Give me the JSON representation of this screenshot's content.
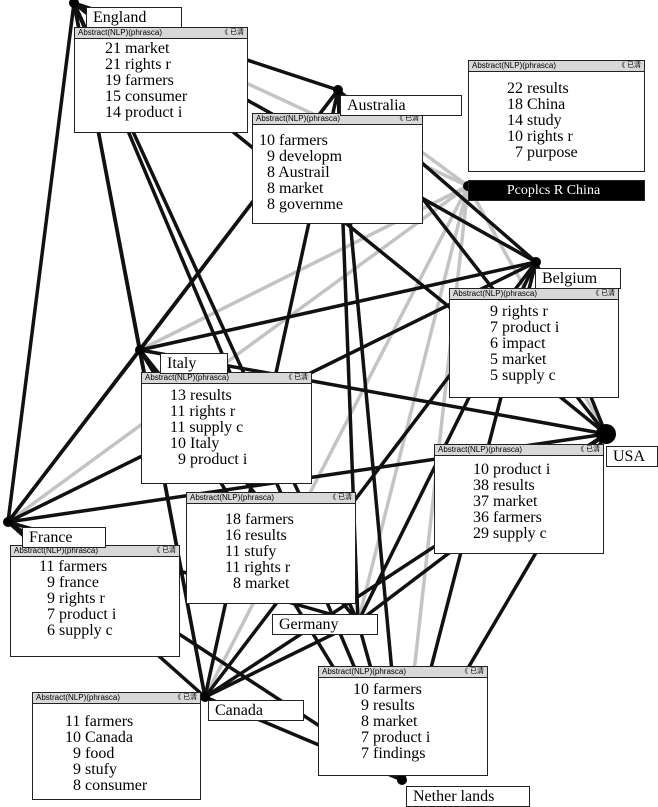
{
  "header_text": "Abstract(NLP)(phrasca)",
  "header_tag": "《 已清",
  "nodes": [
    {
      "id": "england",
      "label": "England"
    },
    {
      "id": "australia",
      "label": "Australia"
    },
    {
      "id": "china",
      "label": "Pcoplcs R China"
    },
    {
      "id": "belgium",
      "label": "Belgium"
    },
    {
      "id": "italy",
      "label": "Italy"
    },
    {
      "id": "usa",
      "label": "USA"
    },
    {
      "id": "france",
      "label": "France"
    },
    {
      "id": "germany",
      "label": "Germany"
    },
    {
      "id": "canada",
      "label": "Canada"
    },
    {
      "id": "netherlands",
      "label": "Nether lands"
    }
  ],
  "keyword_boxes": [
    {
      "node": "england",
      "items": [
        "21 market",
        "21 rights r",
        "19 farmers",
        "15 consumer",
        "14 product i"
      ]
    },
    {
      "node": "australia",
      "items": [
        "10 farmers",
        "9 developm",
        "8 Austrail",
        "8 market",
        "8 governme"
      ]
    },
    {
      "node": "china",
      "items": [
        "22 results",
        "18 China",
        "14 study",
        "10 rights r",
        "7 purpose"
      ]
    },
    {
      "node": "belgium",
      "items": [
        "9 rights r",
        "7 product i",
        "6 impact",
        "5 market",
        "5 supply c"
      ]
    },
    {
      "node": "italy",
      "items": [
        "13 results",
        "11 rights r",
        "11 supply c",
        "10 Italy",
        "9 product i"
      ]
    },
    {
      "node": "usa",
      "items": [
        "10 product i",
        "38 results",
        "37 market",
        "36 farmers",
        "29 supply c"
      ]
    },
    {
      "node": "germany",
      "items": [
        "18 farmers",
        "16 results",
        "11 stufy",
        "11 rights r",
        "8 market"
      ]
    },
    {
      "node": "france",
      "items": [
        "11 farmers",
        "9 france",
        "9 rights r",
        "7 product i",
        "6 supply c"
      ]
    },
    {
      "node": "canada",
      "items": [
        "11 farmers",
        "10 Canada",
        "9 food",
        "9 stufy",
        "8 consumer"
      ]
    },
    {
      "node": "netherlands",
      "items": [
        "10 farmers",
        "9 results",
        "8 market",
        "7 product i",
        "7 findings"
      ]
    }
  ],
  "edges": [
    {
      "from": "england",
      "to": "australia",
      "tone": "dark"
    },
    {
      "from": "england",
      "to": "italy",
      "tone": "dark"
    },
    {
      "from": "england",
      "to": "france",
      "tone": "dark"
    },
    {
      "from": "england",
      "to": "canada",
      "tone": "dark"
    },
    {
      "from": "england",
      "to": "germany",
      "tone": "dark"
    },
    {
      "from": "england",
      "to": "belgium",
      "tone": "dark"
    },
    {
      "from": "england",
      "to": "china",
      "tone": "light"
    },
    {
      "from": "england",
      "to": "usa",
      "tone": "dark"
    },
    {
      "from": "england",
      "to": "netherlands",
      "tone": "dark"
    },
    {
      "from": "australia",
      "to": "italy",
      "tone": "dark"
    },
    {
      "from": "australia",
      "to": "belgium",
      "tone": "dark"
    },
    {
      "from": "australia",
      "to": "usa",
      "tone": "dark"
    },
    {
      "from": "australia",
      "to": "france",
      "tone": "dark"
    },
    {
      "from": "australia",
      "to": "canada",
      "tone": "dark"
    },
    {
      "from": "australia",
      "to": "germany",
      "tone": "dark"
    },
    {
      "from": "australia",
      "to": "netherlands",
      "tone": "dark"
    },
    {
      "from": "australia",
      "to": "china",
      "tone": "light"
    },
    {
      "from": "china",
      "to": "italy",
      "tone": "light"
    },
    {
      "from": "china",
      "to": "france",
      "tone": "light"
    },
    {
      "from": "china",
      "to": "canada",
      "tone": "light"
    },
    {
      "from": "china",
      "to": "germany",
      "tone": "light"
    },
    {
      "from": "china",
      "to": "netherlands",
      "tone": "light"
    },
    {
      "from": "china",
      "to": "usa",
      "tone": "light"
    },
    {
      "from": "belgium",
      "to": "italy",
      "tone": "dark"
    },
    {
      "from": "belgium",
      "to": "france",
      "tone": "dark"
    },
    {
      "from": "belgium",
      "to": "usa",
      "tone": "dark"
    },
    {
      "from": "belgium",
      "to": "canada",
      "tone": "dark"
    },
    {
      "from": "belgium",
      "to": "germany",
      "tone": "dark"
    },
    {
      "from": "belgium",
      "to": "netherlands",
      "tone": "dark"
    },
    {
      "from": "italy",
      "to": "usa",
      "tone": "dark"
    },
    {
      "from": "italy",
      "to": "france",
      "tone": "dark"
    },
    {
      "from": "italy",
      "to": "canada",
      "tone": "dark"
    },
    {
      "from": "italy",
      "to": "germany",
      "tone": "dark"
    },
    {
      "from": "italy",
      "to": "netherlands",
      "tone": "dark"
    },
    {
      "from": "usa",
      "to": "france",
      "tone": "dark"
    },
    {
      "from": "usa",
      "to": "canada",
      "tone": "dark"
    },
    {
      "from": "usa",
      "to": "germany",
      "tone": "dark"
    },
    {
      "from": "usa",
      "to": "netherlands",
      "tone": "dark"
    },
    {
      "from": "france",
      "to": "canada",
      "tone": "dark"
    },
    {
      "from": "france",
      "to": "germany",
      "tone": "dark"
    },
    {
      "from": "france",
      "to": "netherlands",
      "tone": "dark"
    },
    {
      "from": "canada",
      "to": "germany",
      "tone": "dark"
    },
    {
      "from": "canada",
      "to": "netherlands",
      "tone": "dark"
    },
    {
      "from": "germany",
      "to": "netherlands",
      "tone": "dark"
    }
  ],
  "colors": {
    "dark_edge": "#111111",
    "light_edge": "#c4c4c4",
    "node_dot": "#000000",
    "header_bg": "#d8d8d8"
  }
}
